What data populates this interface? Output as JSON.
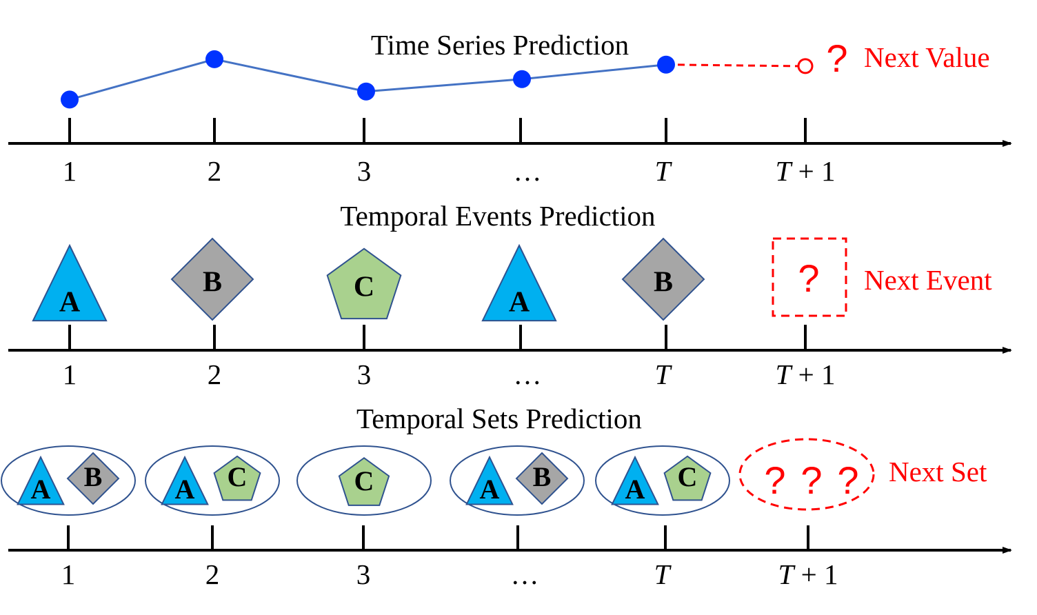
{
  "colors": {
    "point": "#0033ff",
    "line": "#4472c4",
    "prediction": "#ff0000",
    "triangle": "#00b0f0",
    "diamond": "#a6a6a6",
    "pentagon": "#a9d18e",
    "outline": "#2f528f"
  },
  "axis_labels": [
    "1",
    "2",
    "3",
    "…",
    "T",
    "T + 1"
  ],
  "panels": {
    "time_series": {
      "title": "Time Series Prediction",
      "prediction_label": "Next Value",
      "question": "?",
      "relative_values": [
        0.2,
        0.95,
        0.35,
        0.58,
        0.85
      ]
    },
    "events": {
      "title": "Temporal Events Prediction",
      "prediction_label": "Next Event",
      "question": "?",
      "items": [
        {
          "shape": "triangle",
          "letter": "A"
        },
        {
          "shape": "diamond",
          "letter": "B"
        },
        {
          "shape": "pentagon",
          "letter": "C"
        },
        {
          "shape": "triangle",
          "letter": "A"
        },
        {
          "shape": "diamond",
          "letter": "B"
        }
      ]
    },
    "sets": {
      "title": "Temporal Sets Prediction",
      "prediction_label": "Next Set",
      "questions": [
        "?",
        "?",
        "?"
      ],
      "items": [
        [
          {
            "shape": "triangle",
            "letter": "A"
          },
          {
            "shape": "diamond",
            "letter": "B"
          }
        ],
        [
          {
            "shape": "triangle",
            "letter": "A"
          },
          {
            "shape": "pentagon",
            "letter": "C"
          }
        ],
        [
          {
            "shape": "pentagon",
            "letter": "C"
          }
        ],
        [
          {
            "shape": "triangle",
            "letter": "A"
          },
          {
            "shape": "diamond",
            "letter": "B"
          }
        ],
        [
          {
            "shape": "triangle",
            "letter": "A"
          },
          {
            "shape": "pentagon",
            "letter": "C"
          }
        ]
      ]
    }
  }
}
